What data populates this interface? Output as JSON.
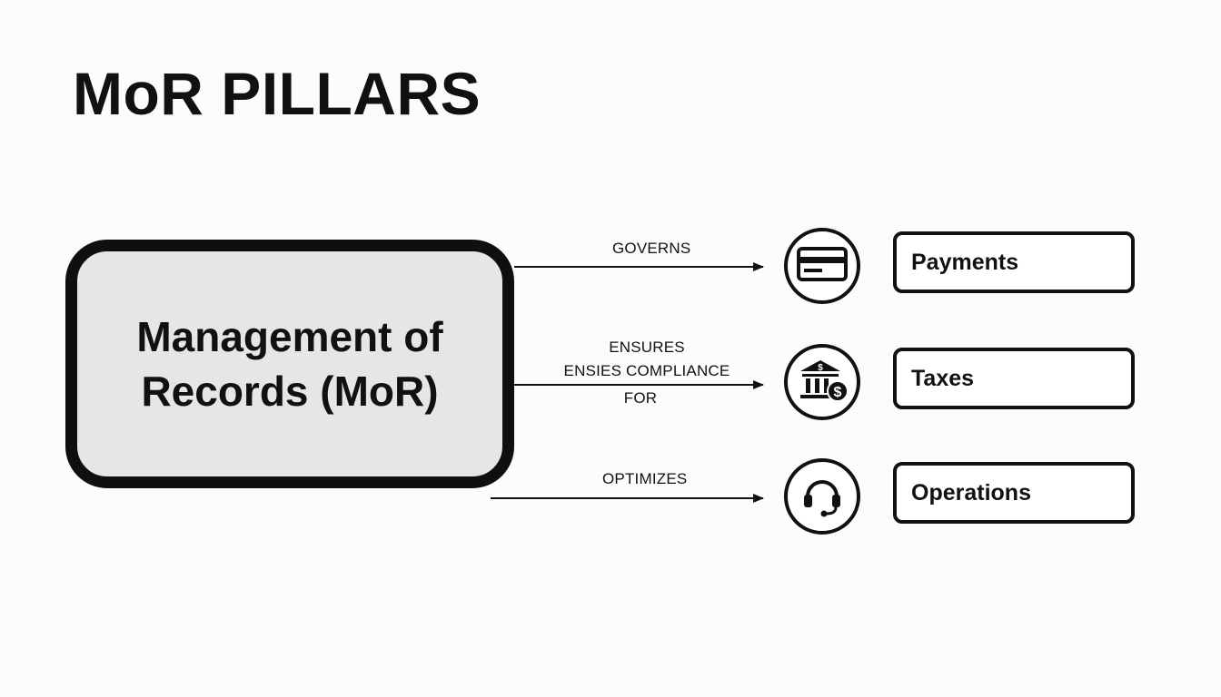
{
  "title": "MoR PILLARS",
  "center_node": {
    "label": "Management of Records (MoR)"
  },
  "edges": [
    {
      "label_lines": [
        "GOVERNS"
      ]
    },
    {
      "label_lines": [
        "ENSURES",
        "ENSIES COMPLIANCE",
        "FOR"
      ]
    },
    {
      "label_lines": [
        "OPTIMIZES"
      ]
    }
  ],
  "pillars": [
    {
      "label": "Payments",
      "icon": "credit-card-icon"
    },
    {
      "label": "Taxes",
      "icon": "bank-dollar-icon"
    },
    {
      "label": "Operations",
      "icon": "headset-icon"
    }
  ],
  "colors": {
    "stroke": "#111111",
    "center_fill": "#e6e6e6",
    "background": "#fcfcfc"
  }
}
